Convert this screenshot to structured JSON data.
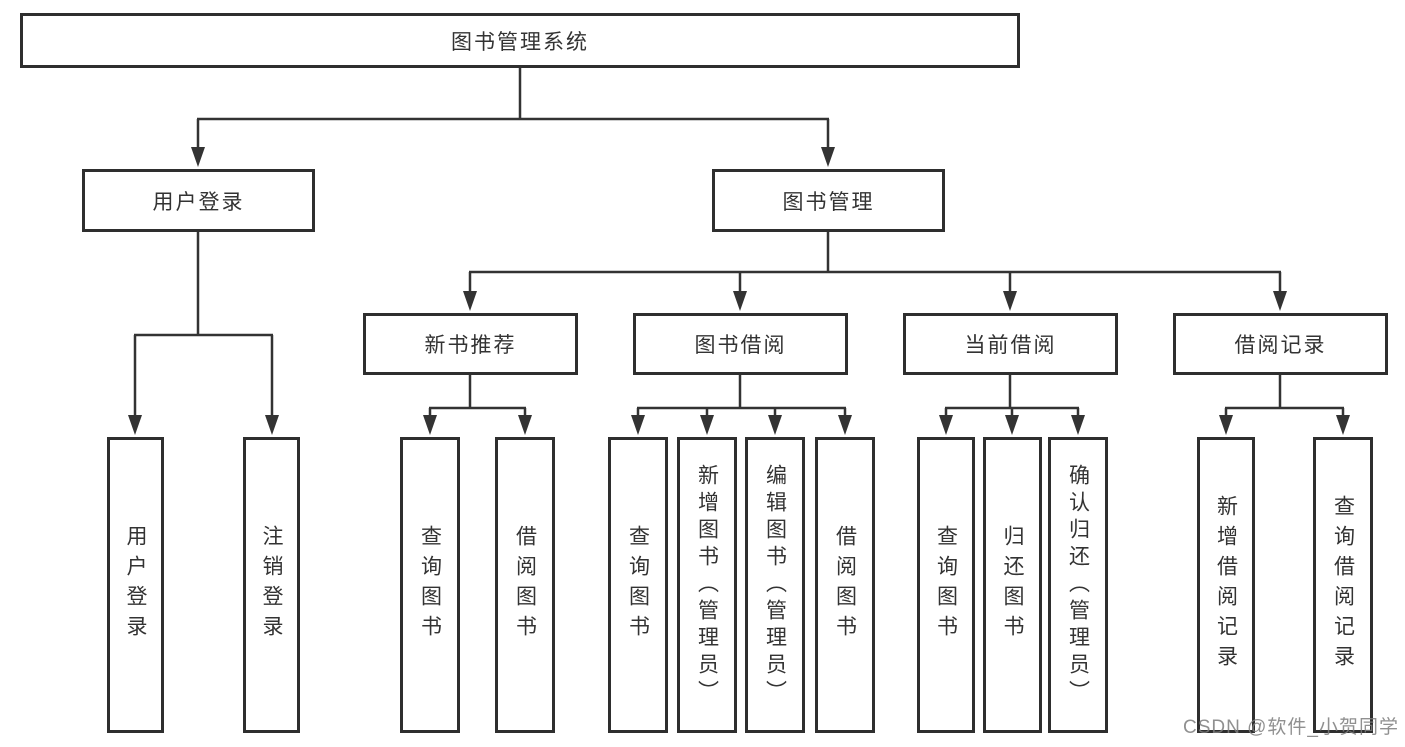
{
  "tree": {
    "root": "图书管理系统",
    "branches": [
      {
        "label": "用户登录",
        "children": [
          "用户登录",
          "注销登录"
        ]
      },
      {
        "label": "图书管理",
        "groups": [
          {
            "label": "新书推荐",
            "children": [
              "查询图书",
              "借阅图书"
            ]
          },
          {
            "label": "图书借阅",
            "children": [
              "查询图书",
              "新增图书（管理员）",
              "编辑图书（管理员）",
              "借阅图书"
            ]
          },
          {
            "label": "当前借阅",
            "children": [
              "查询图书",
              "归还图书",
              "确认归还（管理员）"
            ]
          },
          {
            "label": "借阅记录",
            "children": [
              "新增借阅记录",
              "查询借阅记录"
            ]
          }
        ]
      }
    ]
  },
  "watermark": "CSDN @软件_小贺同学",
  "colors": {
    "line": "#333333",
    "border": "#2e2e2e",
    "text": "#333333",
    "watermark": "#7d7d7d",
    "background": "#ffffff"
  }
}
